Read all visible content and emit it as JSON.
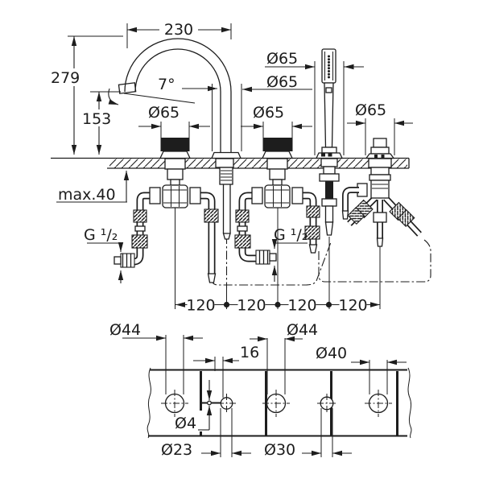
{
  "drawing": {
    "description": "Technical dimension drawing of a 5-hole bath combination faucet (elevation with under-deck plumbing and deck drilling plan)",
    "colors": {
      "line": "#1d1d1d",
      "background": "#ffffff"
    },
    "dims": {
      "spout_reach": "230",
      "spout_total_height": "279",
      "spout_outlet_height": "153",
      "spout_angle": "7°",
      "handshower_escutcheon": "Ø65",
      "spout_escutcheon": "Ø65",
      "left_handle_escutcheon": "Ø65",
      "right_handle_escutcheon": "Ø65",
      "diverter_escutcheon": "Ø65",
      "max_deck_thickness": "max.40",
      "thread_left": "G ¹/₂",
      "thread_right": "G ¹/₂",
      "spacing": [
        "120",
        "120",
        "120",
        "120"
      ],
      "hole_left_handle": "Ø44",
      "hole_right_handle": "Ø44",
      "pilot_offset": "16",
      "hole_diverter": "Ø40",
      "pilot_hole": "Ø4",
      "hole_spout": "Ø23",
      "hole_handshower": "Ø30"
    }
  }
}
